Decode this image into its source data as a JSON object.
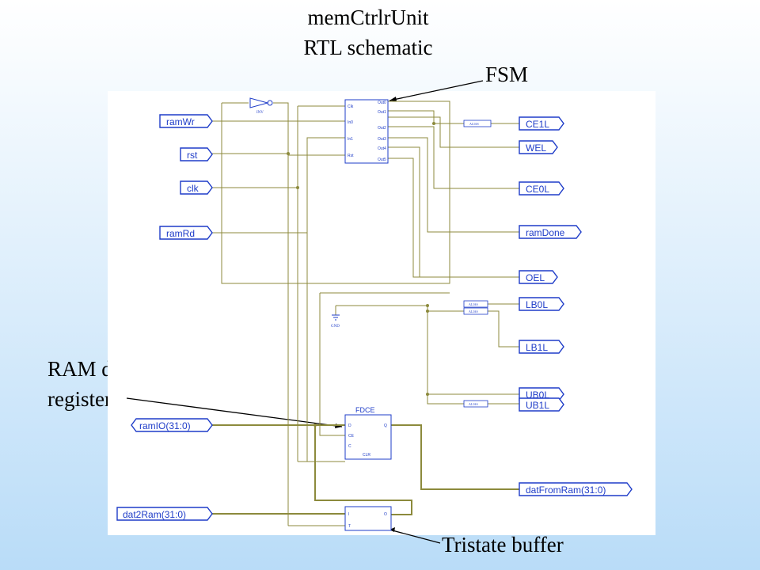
{
  "title": {
    "line1": "memCtrlrUnit",
    "line2": "RTL schematic"
  },
  "callouts": {
    "fsm": "FSM",
    "register_line1": "RAM data read",
    "register_line2": "register",
    "tristate": "Tristate buffer"
  },
  "inputs": {
    "ramWr": "ramWr",
    "rst": "rst",
    "clk": "clk",
    "ramRd": "ramRd",
    "ramIO": "ramIO(31:0)",
    "dat2Ram": "dat2Ram(31:0)"
  },
  "outputs": {
    "CE1L": "CE1L",
    "WEL": "WEL",
    "CE0L": "CE0L",
    "ramDone": "ramDone",
    "OEL": "OEL",
    "LB0L": "LB0L",
    "LB1L": "LB1L",
    "UB0L": "UB0L",
    "UB1L": "UB1L",
    "datFromRam": "datFromRam(31:0)"
  },
  "fsm_pins": {
    "left": [
      "Clk",
      "In0",
      "In1",
      "Rst"
    ],
    "right": [
      "Out0",
      "Out1",
      "Out2",
      "Out3",
      "Out4",
      "Out5"
    ]
  },
  "fdce": {
    "name": "FDCE",
    "pins": [
      "D",
      "CE",
      "C",
      "CLR",
      "Q"
    ]
  },
  "tristate_pins": [
    "I",
    "T",
    "O"
  ],
  "small_labels": {
    "inv": "INV",
    "gnd": "GND",
    "alias": "ALIAS"
  },
  "colors": {
    "wire": "#8c8a3c",
    "port": "#1e3cc8",
    "block": "#1e3cc8"
  }
}
